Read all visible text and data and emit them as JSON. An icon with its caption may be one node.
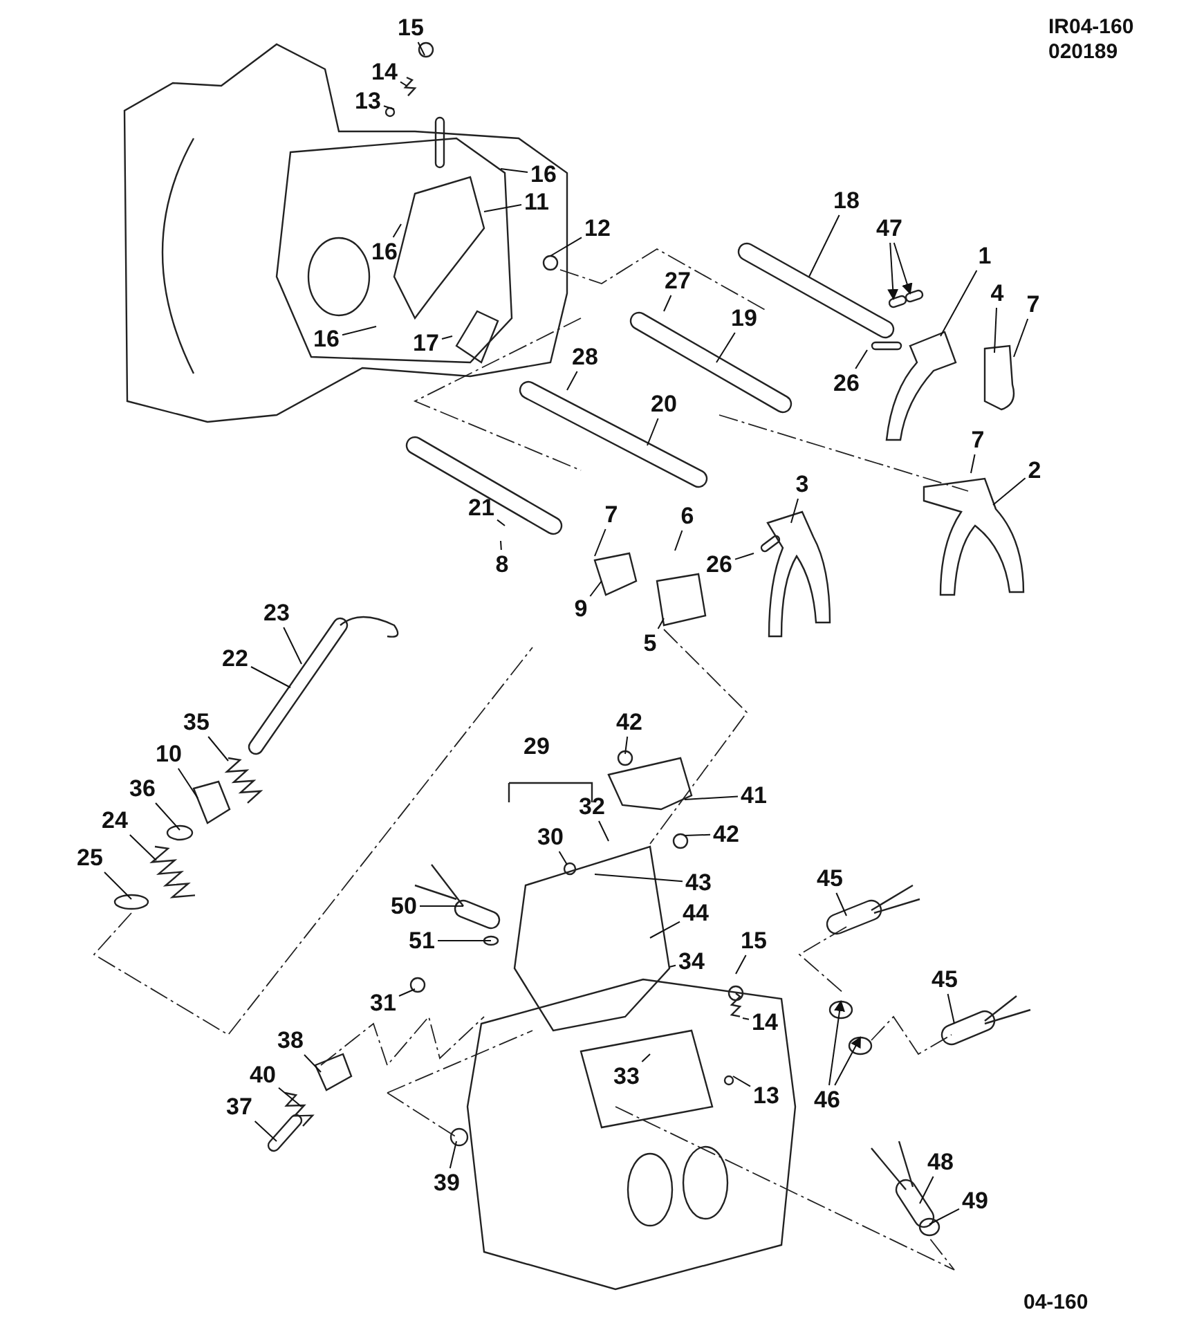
{
  "diagram": {
    "nodes": [
      {
        "text": [
          "15"
        ]
      },
      {
        "text": [
          "14"
        ]
      },
      {
        "text": [
          "13"
        ]
      },
      {
        "text": [
          "18"
        ]
      },
      {
        "text": [
          "47"
        ]
      },
      {
        "text": [
          "16"
        ]
      },
      {
        "text": [
          "11"
        ]
      },
      {
        "text": [
          "12"
        ]
      },
      {
        "text": [
          "16"
        ]
      },
      {
        "text": [
          "1"
        ]
      },
      {
        "text": [
          "4"
        ]
      },
      {
        "text": [
          "7"
        ]
      },
      {
        "text": [
          "27"
        ]
      },
      {
        "text": [
          "19"
        ]
      },
      {
        "text": [
          "16"
        ]
      },
      {
        "text": [
          "17"
        ]
      },
      {
        "text": [
          "28"
        ]
      },
      {
        "text": [
          "26"
        ]
      },
      {
        "text": [
          "20"
        ]
      },
      {
        "text": [
          "7"
        ]
      },
      {
        "text": [
          "2"
        ]
      },
      {
        "text": [
          "3"
        ]
      },
      {
        "text": [
          "21"
        ]
      },
      {
        "text": [
          "7"
        ]
      },
      {
        "text": [
          "6"
        ]
      },
      {
        "text": [
          "26"
        ]
      },
      {
        "text": [
          "8"
        ]
      },
      {
        "text": [
          "9"
        ]
      },
      {
        "text": [
          "5"
        ]
      },
      {
        "text": [
          "23"
        ]
      },
      {
        "text": [
          "22"
        ]
      },
      {
        "text": [
          "35"
        ]
      },
      {
        "text": [
          "10"
        ]
      },
      {
        "text": [
          "36"
        ]
      },
      {
        "text": [
          "24"
        ]
      },
      {
        "text": [
          "25"
        ]
      },
      {
        "text": [
          "42"
        ]
      },
      {
        "text": [
          "41"
        ]
      },
      {
        "text": [
          "32"
        ]
      },
      {
        "text": [
          "42"
        ]
      },
      {
        "text": [
          "30"
        ]
      },
      {
        "text": [
          "43"
        ]
      },
      {
        "text": [
          "45"
        ]
      },
      {
        "text": [
          "50"
        ]
      },
      {
        "text": [
          "44"
        ]
      },
      {
        "text": [
          "51"
        ]
      },
      {
        "text": [
          "34"
        ]
      },
      {
        "text": [
          "15"
        ]
      },
      {
        "text": [
          "45"
        ]
      },
      {
        "text": [
          "31"
        ]
      },
      {
        "text": [
          "14"
        ]
      },
      {
        "text": [
          "38"
        ]
      },
      {
        "text": [
          "13"
        ]
      },
      {
        "text": [
          "46"
        ]
      },
      {
        "text": [
          "33"
        ]
      },
      {
        "text": [
          "40"
        ]
      },
      {
        "text": [
          "37"
        ]
      },
      {
        "text": [
          "48"
        ]
      },
      {
        "text": [
          "39"
        ]
      },
      {
        "text": [
          "49"
        ]
      }
    ],
    "edges": [
      {
        "from": 0,
        "to": null,
        "arrow": "none"
      },
      {
        "from": 1,
        "to": null,
        "arrow": "none"
      },
      {
        "from": 2,
        "to": null,
        "arrow": "none"
      },
      {
        "from": 3,
        "to": null,
        "arrow": "none"
      },
      {
        "from": 4,
        "to": null,
        "arrow": "to"
      },
      {
        "from": 4,
        "to": null,
        "arrow": "to"
      },
      {
        "from": 5,
        "to": null,
        "arrow": "none"
      },
      {
        "from": 6,
        "to": null,
        "arrow": "none"
      },
      {
        "from": 7,
        "to": null,
        "arrow": "none"
      },
      {
        "from": 8,
        "to": null,
        "arrow": "none"
      },
      {
        "from": 9,
        "to": null,
        "arrow": "none"
      },
      {
        "from": 10,
        "to": null,
        "arrow": "none"
      },
      {
        "from": 11,
        "to": null,
        "arrow": "none"
      },
      {
        "from": 12,
        "to": null,
        "arrow": "none"
      },
      {
        "from": 13,
        "to": null,
        "arrow": "none"
      },
      {
        "from": 14,
        "to": null,
        "arrow": "none"
      },
      {
        "from": 15,
        "to": null,
        "arrow": "none"
      },
      {
        "from": 16,
        "to": null,
        "arrow": "none"
      },
      {
        "from": 17,
        "to": null,
        "arrow": "none"
      },
      {
        "from": 18,
        "to": null,
        "arrow": "none"
      },
      {
        "from": 19,
        "to": null,
        "arrow": "none"
      },
      {
        "from": 20,
        "to": null,
        "arrow": "none"
      },
      {
        "from": 21,
        "to": null,
        "arrow": "none"
      },
      {
        "from": 22,
        "to": null,
        "arrow": "none"
      },
      {
        "from": 23,
        "to": null,
        "arrow": "none"
      },
      {
        "from": 24,
        "to": null,
        "arrow": "none"
      },
      {
        "from": 25,
        "to": null,
        "arrow": "none"
      },
      {
        "from": 26,
        "to": null,
        "arrow": "none"
      },
      {
        "from": 27,
        "to": null,
        "arrow": "none"
      },
      {
        "from": 28,
        "to": null,
        "arrow": "none"
      },
      {
        "from": 29,
        "to": null,
        "arrow": "none"
      },
      {
        "from": 30,
        "to": null,
        "arrow": "none"
      },
      {
        "from": 31,
        "to": null,
        "arrow": "none"
      },
      {
        "from": 32,
        "to": null,
        "arrow": "none"
      },
      {
        "from": 33,
        "to": null,
        "arrow": "none"
      },
      {
        "from": 34,
        "to": null,
        "arrow": "none"
      },
      {
        "from": 35,
        "to": null,
        "arrow": "none"
      },
      {
        "from": 36,
        "to": null,
        "arrow": "none"
      },
      {
        "from": 37,
        "to": null,
        "arrow": "none"
      },
      {
        "from": 38,
        "to": null,
        "arrow": "none"
      },
      {
        "from": 39,
        "to": null,
        "arrow": "none"
      },
      {
        "from": 40,
        "to": null,
        "arrow": "none"
      },
      {
        "from": 41,
        "to": null,
        "arrow": "none"
      },
      {
        "from": 42,
        "to": null,
        "arrow": "none"
      },
      {
        "from": 43,
        "to": null,
        "arrow": "none"
      },
      {
        "from": 44,
        "to": null,
        "arrow": "none"
      },
      {
        "from": 45,
        "to": null,
        "arrow": "none"
      },
      {
        "from": 46,
        "to": null,
        "arrow": "none"
      },
      {
        "from": 47,
        "to": null,
        "arrow": "none"
      },
      {
        "from": 48,
        "to": null,
        "arrow": "none"
      },
      {
        "from": 49,
        "to": null,
        "arrow": "none"
      },
      {
        "from": 50,
        "to": null,
        "arrow": "none"
      },
      {
        "from": 51,
        "to": null,
        "arrow": "none"
      },
      {
        "from": 52,
        "to": null,
        "arrow": "none"
      },
      {
        "from": 53,
        "to": null,
        "arrow": "to"
      },
      {
        "from": 53,
        "to": null,
        "arrow": "to"
      },
      {
        "from": 54,
        "to": null,
        "arrow": "none"
      },
      {
        "from": 55,
        "to": null,
        "arrow": "none"
      },
      {
        "from": 56,
        "to": null,
        "arrow": "none"
      },
      {
        "from": 57,
        "to": null,
        "arrow": "none"
      },
      {
        "from": 58,
        "to": null,
        "arrow": "none"
      },
      {
        "from": 59,
        "to": null,
        "arrow": "none"
      }
    ],
    "labels": [
      "IR04-160",
      "020189",
      "29",
      "04-160"
    ]
  }
}
